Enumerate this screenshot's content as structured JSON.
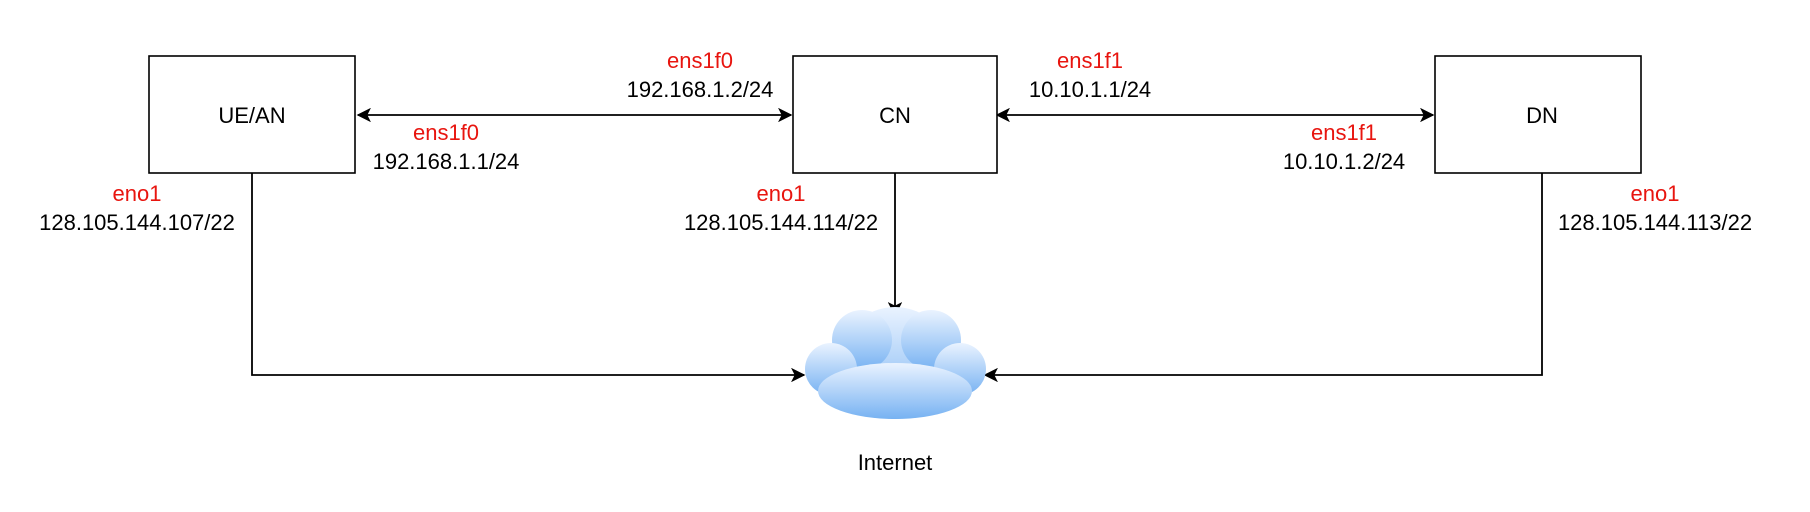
{
  "colors": {
    "interface_name": "#e8150f",
    "ip_text": "#000000",
    "line": "#000000",
    "cloud_light": "#eaf3ff",
    "cloud_dark": "#77b2f2"
  },
  "nodes": {
    "ue_an": {
      "label": "UE/AN"
    },
    "cn": {
      "label": "CN"
    },
    "dn": {
      "label": "DN"
    }
  },
  "interfaces": {
    "ue_an_ens1f0": {
      "name": "ens1f0",
      "ip": "192.168.1.1/24"
    },
    "ue_an_eno1": {
      "name": "eno1",
      "ip": "128.105.144.107/22"
    },
    "cn_ens1f0": {
      "name": "ens1f0",
      "ip": "192.168.1.2/24"
    },
    "cn_ens1f1": {
      "name": "ens1f1",
      "ip": "10.10.1.1/24"
    },
    "cn_eno1": {
      "name": "eno1",
      "ip": "128.105.144.114/22"
    },
    "dn_ens1f1": {
      "name": "ens1f1",
      "ip": "10.10.1.2/24"
    },
    "dn_eno1": {
      "name": "eno1",
      "ip": "128.105.144.113/22"
    }
  },
  "internet": {
    "label": "Internet",
    "icon": "cloud-icon"
  }
}
